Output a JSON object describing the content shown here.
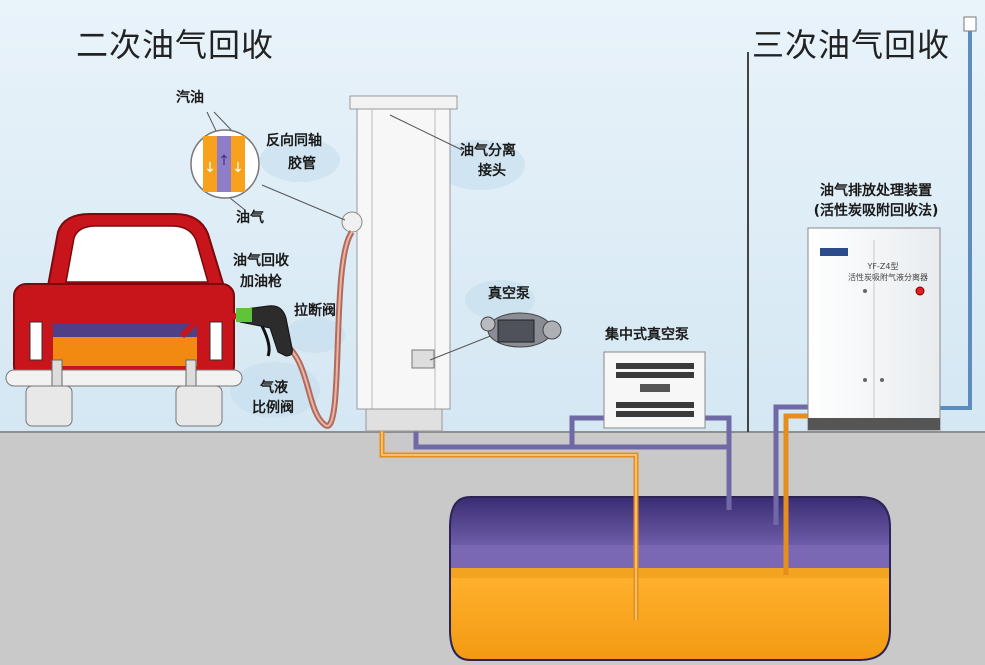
{
  "titles": {
    "stage2": "二次油气回收",
    "stage3": "三次油气回收"
  },
  "labels": {
    "gasoline": "汽油",
    "coaxial_hose_l1": "反向同轴",
    "coaxial_hose_l2": "胶管",
    "vapor": "油气",
    "separation_joint_l1": "油气分离",
    "separation_joint_l2": "接头",
    "recovery_nozzle_l1": "油气回收",
    "recovery_nozzle_l2": "加油枪",
    "breakaway_valve": "拉断阀",
    "vacuum_pump": "真空泵",
    "ratio_valve_l1": "气液",
    "ratio_valve_l2": "比例阀",
    "central_vacuum_pump": "集中式真空泵",
    "treatment_device_l1": "油气排放处理装置",
    "treatment_device_l2": "(活性炭吸附回收法)",
    "cabinet_plate_l1": "YF-Z4型",
    "cabinet_plate_l2": "活性炭吸附气液分离器"
  },
  "colors": {
    "sky_top": "#dcebf5",
    "ground": "#c9c9c9",
    "fuel": "#f6a21c",
    "vapor": "#4e3f86",
    "car_body": "#c8141b",
    "vapor_pipe": "#6f6aa6",
    "fuel_pipe": "#e58e1c",
    "vent_pipe": "#5c8dbd"
  }
}
